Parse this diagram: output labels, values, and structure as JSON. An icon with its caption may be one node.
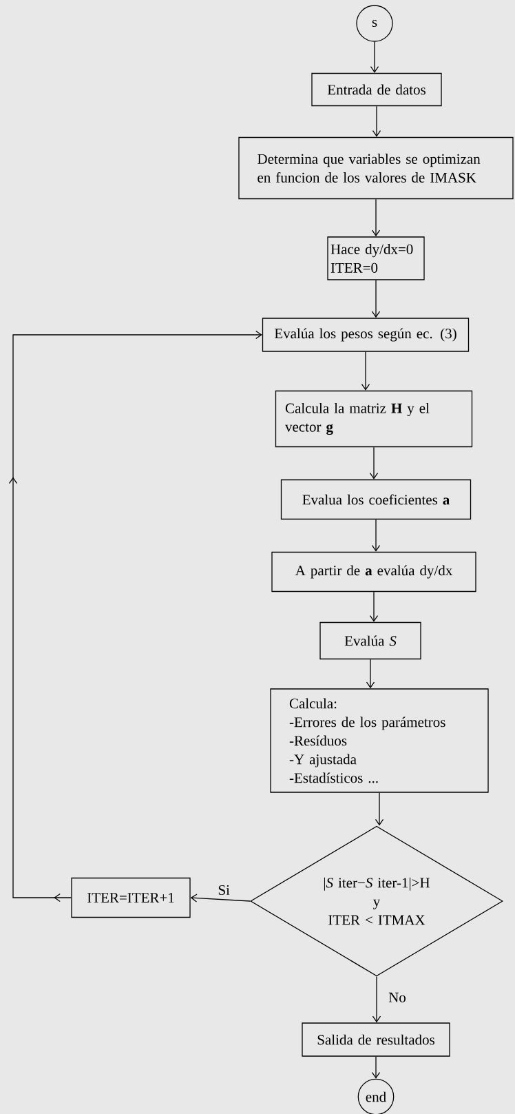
{
  "diagram": {
    "nodes": [
      {
        "text": [
          "s"
        ]
      },
      {
        "text": [
          "Entrada de datos"
        ]
      },
      {
        "text": [
          "Determina que variables se optimizan en funcion de los valores de IMASK"
        ]
      },
      {
        "text": [
          "Hace dy/dx=0",
          "ITER=0"
        ]
      },
      {
        "text": [
          "Evalúa los pesos según ec. (3)"
        ]
      },
      {
        "text": [
          "Calcula la matriz **H** y el vector **g**"
        ]
      },
      {
        "text": [
          "Evalua los coeficientes **a**"
        ]
      },
      {
        "text": [
          "A partir de **a** evalúa dy/dx"
        ]
      },
      {
        "text": [
          "Evalúa *S*"
        ]
      },
      {
        "text": [
          "Calcula:",
          "-Errores de los parámetros",
          "-Resíduos",
          "-Y ajustada",
          "-Estadísticos ..."
        ]
      },
      {
        "text": [
          "|*S* iter−*S* iter-1|>H",
          "y",
          "ITER < ITMAX"
        ]
      },
      {
        "text": [
          "ITER=ITER+1"
        ]
      },
      {
        "text": [
          "Salida de resultados"
        ]
      },
      {
        "text": [
          "end"
        ]
      }
    ],
    "edges": [
      {
        "from": 0,
        "to": 1,
        "arrow": "to"
      },
      {
        "from": 1,
        "to": 2,
        "arrow": "to"
      },
      {
        "from": 2,
        "to": 3,
        "arrow": "to"
      },
      {
        "from": 3,
        "to": 4,
        "arrow": "to"
      },
      {
        "from": 4,
        "to": 5,
        "arrow": "to"
      },
      {
        "from": 5,
        "to": 6,
        "arrow": "to"
      },
      {
        "from": 6,
        "to": 7,
        "arrow": "to"
      },
      {
        "from": 7,
        "to": 8,
        "arrow": "to"
      },
      {
        "from": 8,
        "to": 9,
        "arrow": "to"
      },
      {
        "from": 9,
        "to": 10,
        "arrow": "to"
      },
      {
        "from": 10,
        "to": 11,
        "label": "Si",
        "arrow": "to"
      },
      {
        "from": 11,
        "to": 4,
        "arrow": "to"
      },
      {
        "from": 10,
        "to": 12,
        "label": "No",
        "arrow": "to"
      },
      {
        "from": 12,
        "to": 13,
        "arrow": "to"
      }
    ]
  }
}
